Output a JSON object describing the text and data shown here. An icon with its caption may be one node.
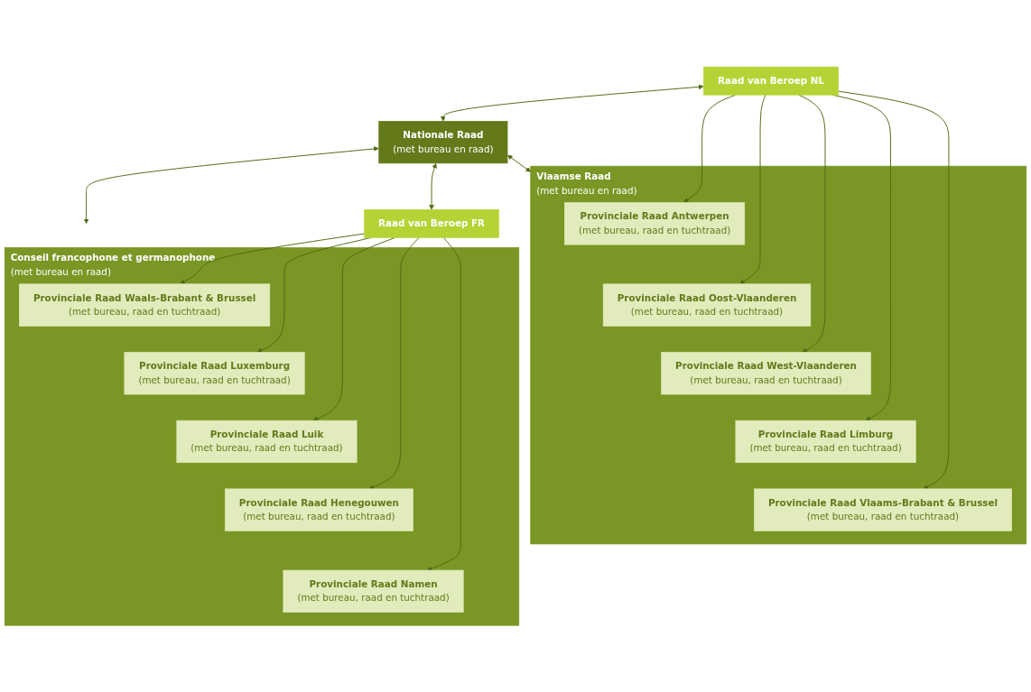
{
  "diagram": {
    "nodes": [
      {
        "text": [
          "Raad van Beroep NL"
        ]
      },
      {
        "text": [
          "Nationale Raad",
          "(met bureau en raad)"
        ]
      },
      {
        "text": [
          "Raad van Beroep FR"
        ]
      },
      {
        "text": [
          "Vlaamse Raad",
          "(met bureau en raad)"
        ]
      },
      {
        "text": [
          "Provinciale Raad Antwerpen",
          "(met bureau, raad en tuchtraad)"
        ],
        "in": 3
      },
      {
        "text": [
          "Provinciale Raad Oost-Vlaanderen",
          "(met bureau, raad en tuchtraad)"
        ],
        "in": 3
      },
      {
        "text": [
          "Provinciale Raad West-Vlaanderen",
          "(met bureau, raad en tuchtraad)"
        ],
        "in": 3
      },
      {
        "text": [
          "Provinciale Raad Limburg",
          "(met bureau, raad en tuchtraad)"
        ],
        "in": 3
      },
      {
        "text": [
          "Provinciale Raad Vlaams-Brabant & Brussel",
          "(met bureau, raad en tuchtraad)"
        ],
        "in": 3
      },
      {
        "text": [
          "Conseil francophone et germanophone",
          "(met bureau en raad)"
        ]
      },
      {
        "text": [
          "Provinciale Raad Waals-Brabant & Brussel",
          "(met bureau, raad en tuchtraad)"
        ],
        "in": 9
      },
      {
        "text": [
          "Provinciale Raad Luxemburg",
          "(met bureau, raad en tuchtraad)"
        ],
        "in": 9
      },
      {
        "text": [
          "Provinciale Raad Luik",
          "(met bureau, raad en tuchtraad)"
        ],
        "in": 9
      },
      {
        "text": [
          "Provinciale Raad Henegouwen",
          "(met bureau, raad en tuchtraad)"
        ],
        "in": 9
      },
      {
        "text": [
          "Provinciale Raad Namen",
          "(met bureau, raad en tuchtraad)"
        ],
        "in": 9
      }
    ],
    "edges": [
      {
        "from": 0,
        "to": 1,
        "arrow": "both"
      },
      {
        "from": 1,
        "to": 2,
        "arrow": "both"
      },
      {
        "from": 1,
        "to": 3,
        "arrow": "both"
      },
      {
        "from": 1,
        "to": 9,
        "arrow": "both"
      },
      {
        "from": 0,
        "to": 4,
        "arrow": "to"
      },
      {
        "from": 0,
        "to": 5,
        "arrow": "to"
      },
      {
        "from": 0,
        "to": 6,
        "arrow": "to"
      },
      {
        "from": 0,
        "to": 7,
        "arrow": "to"
      },
      {
        "from": 0,
        "to": 8,
        "arrow": "to"
      },
      {
        "from": 2,
        "to": 10,
        "arrow": "to"
      },
      {
        "from": 2,
        "to": 11,
        "arrow": "to"
      },
      {
        "from": 2,
        "to": 12,
        "arrow": "to"
      },
      {
        "from": 2,
        "to": 13,
        "arrow": "to"
      },
      {
        "from": 2,
        "to": 14,
        "arrow": "to"
      }
    ]
  }
}
